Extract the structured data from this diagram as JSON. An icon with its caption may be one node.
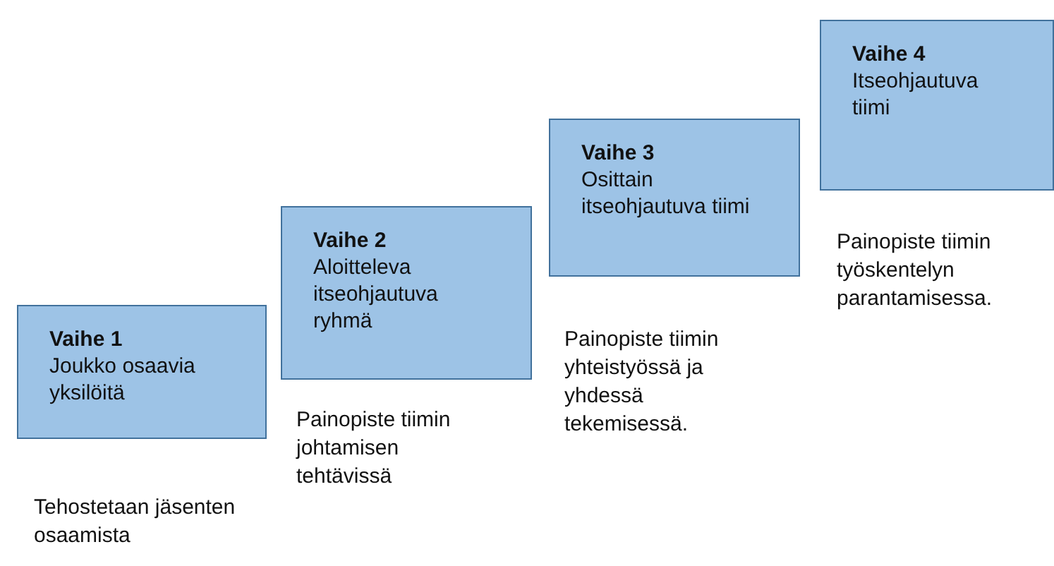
{
  "diagram": {
    "nodes": [
      {
        "text": [
          "Vaihe 1",
          "Joukko osaavia yksilöitä"
        ],
        "beside": [
          "Tehostetaan jäsenten osaamista"
        ]
      },
      {
        "text": [
          "Vaihe 2",
          "Aloitteleva itseohjautuva ryhmä"
        ],
        "beside": [
          "Painopiste tiimin johtamisen tehtävissä"
        ]
      },
      {
        "text": [
          "Vaihe 3",
          "Osittain itseohjautuva tiimi"
        ],
        "beside": [
          "Painopiste tiimin yhteistyössä ja yhdessä tekemisessä."
        ]
      },
      {
        "text": [
          "Vaihe 4",
          "Itseohjautuva tiimi"
        ],
        "beside": [
          "Painopiste tiimin työskentelyn parantamisessa."
        ]
      }
    ]
  }
}
